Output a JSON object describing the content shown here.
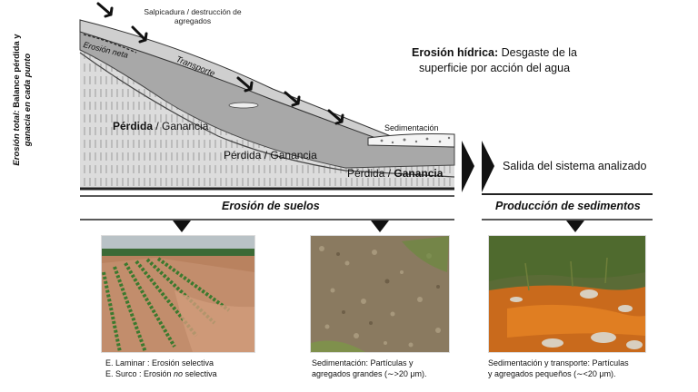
{
  "side_label": {
    "line1_italic": "Erosión total:",
    "line1_rest": " Balance pérdida y",
    "line2": "ganacia en cada punto"
  },
  "top_label": {
    "line1": "Salpicadura / destrucción de",
    "line2": "agregados"
  },
  "erosion_neta": "Erosión neta",
  "transporte": "Transporte",
  "sedimentacion": "Sedimentación",
  "layers": {
    "left": {
      "perdida": "Pérdida",
      "sep": " / ",
      "ganancia": "Ganancia"
    },
    "middle": {
      "perdida": "Pérdida",
      "sep": " / ",
      "ganancia": "Ganancia"
    },
    "right": {
      "perdida": "Pérdida",
      "sep": " / ",
      "ganancia": "Ganancia"
    }
  },
  "erosion_hidrica": {
    "bold": "Erosión hídrica:",
    "rest": " Desgaste de la",
    "line2": "superficie por acción del agua"
  },
  "salida": "Salida del sistema analizado",
  "sections": {
    "erosion_suelos": "Erosión de suelos",
    "produccion_sedimentos": "Producción de sedimentos"
  },
  "captions": {
    "photo1": {
      "line1": "E. Laminar : Erosión selectiva",
      "line2_pre": "E. Surco : Erosión ",
      "line2_italic": "no",
      "line2_post": " selectiva"
    },
    "photo2": {
      "line1": "Sedimentación: Partículas y",
      "line2": "agregados grandes (∼>20 μm)."
    },
    "photo3": {
      "line1": "Sedimentación y transporte: Partículas",
      "line2": "y agregados pequeños (∼<20 μm)."
    }
  }
}
